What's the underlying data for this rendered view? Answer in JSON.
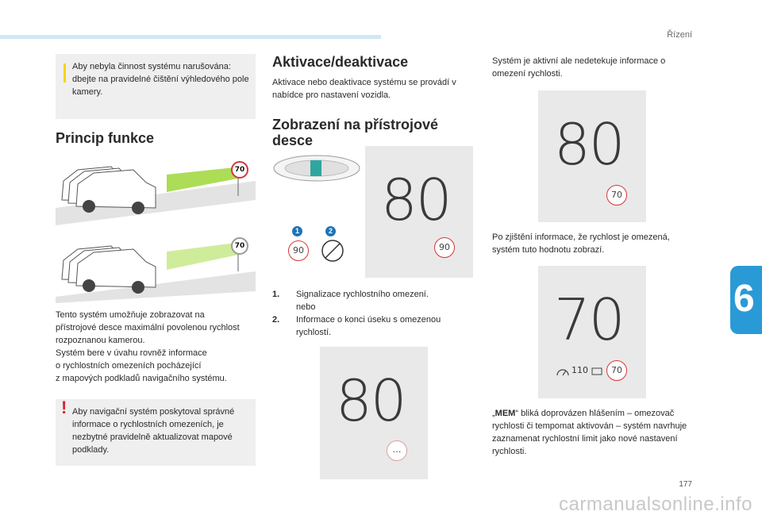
{
  "header": {
    "section": "Řízení",
    "chapter": "6",
    "page_number": "177",
    "watermark": "carmanualsonline.info"
  },
  "col1": {
    "note_info": "Aby nebyla činnost systému narušována: dbejte na pravidelné čištění výhledového pole kamery.",
    "heading": "Princip funkce",
    "sign_top": "70",
    "sign_bottom": "70",
    "para_lines": [
      "Tento systém umožňuje zobrazovat na",
      "přístrojové desce maximální povolenou rychlost",
      "rozpoznanou kamerou.",
      "Systém bere v úvahu rovněž informace",
      "o rychlostních omezeních pocházející",
      "z mapových podkladů navigačního systému."
    ],
    "note_warning": "Aby navigační systém poskytoval správné informace o rychlostních omezeních, je nezbytné pravidelně aktualizovat mapové podklady."
  },
  "col2": {
    "heading1": "Aktivace/deaktivace",
    "para1": "Aktivace nebo deaktivace systému se provádí v nabídce pro nastavení vozidla.",
    "heading2": "Zobrazení na přístrojové desce",
    "panel_speed": "80",
    "panel_limit": "90",
    "icon1_label": "1",
    "icon2_label": "2",
    "icon1_value": "90",
    "list": [
      {
        "n": "1.",
        "text": "Signalizace rychlostního omezení.",
        "text2": "nebo"
      },
      {
        "n": "2.",
        "text": "Informace o konci úseku s omezenou",
        "text2": "rychlostí."
      }
    ],
    "panel2_speed": "80",
    "panel2_limit": "…"
  },
  "col3": {
    "para1": "Systém je aktivní ale nedetekuje informace o omezení rychlosti.",
    "panel1_speed": "80",
    "panel1_limit": "70",
    "para2": "Po zjištění informace, že rychlost je omezená, systém tuto hodnotu zobrazí.",
    "panel2_speed": "70",
    "panel2_limit": "70",
    "panel2_cruise": "110",
    "para3_prefix": "„",
    "para3_bold": "MEM",
    "para3_rest": "“ bliká doprovázen hlášením – omezovač rychlosti či tempomat aktivován – systém navrhuje zaznamenat rychlostní limit jako nové nastavení rychlosti."
  },
  "colors": {
    "accent": "#2a9ad6",
    "sign_border": "#d7363a",
    "info_mark": "#f3d600",
    "warning_mark": "#d7252f",
    "panel_bg": "#e9e9e9"
  }
}
